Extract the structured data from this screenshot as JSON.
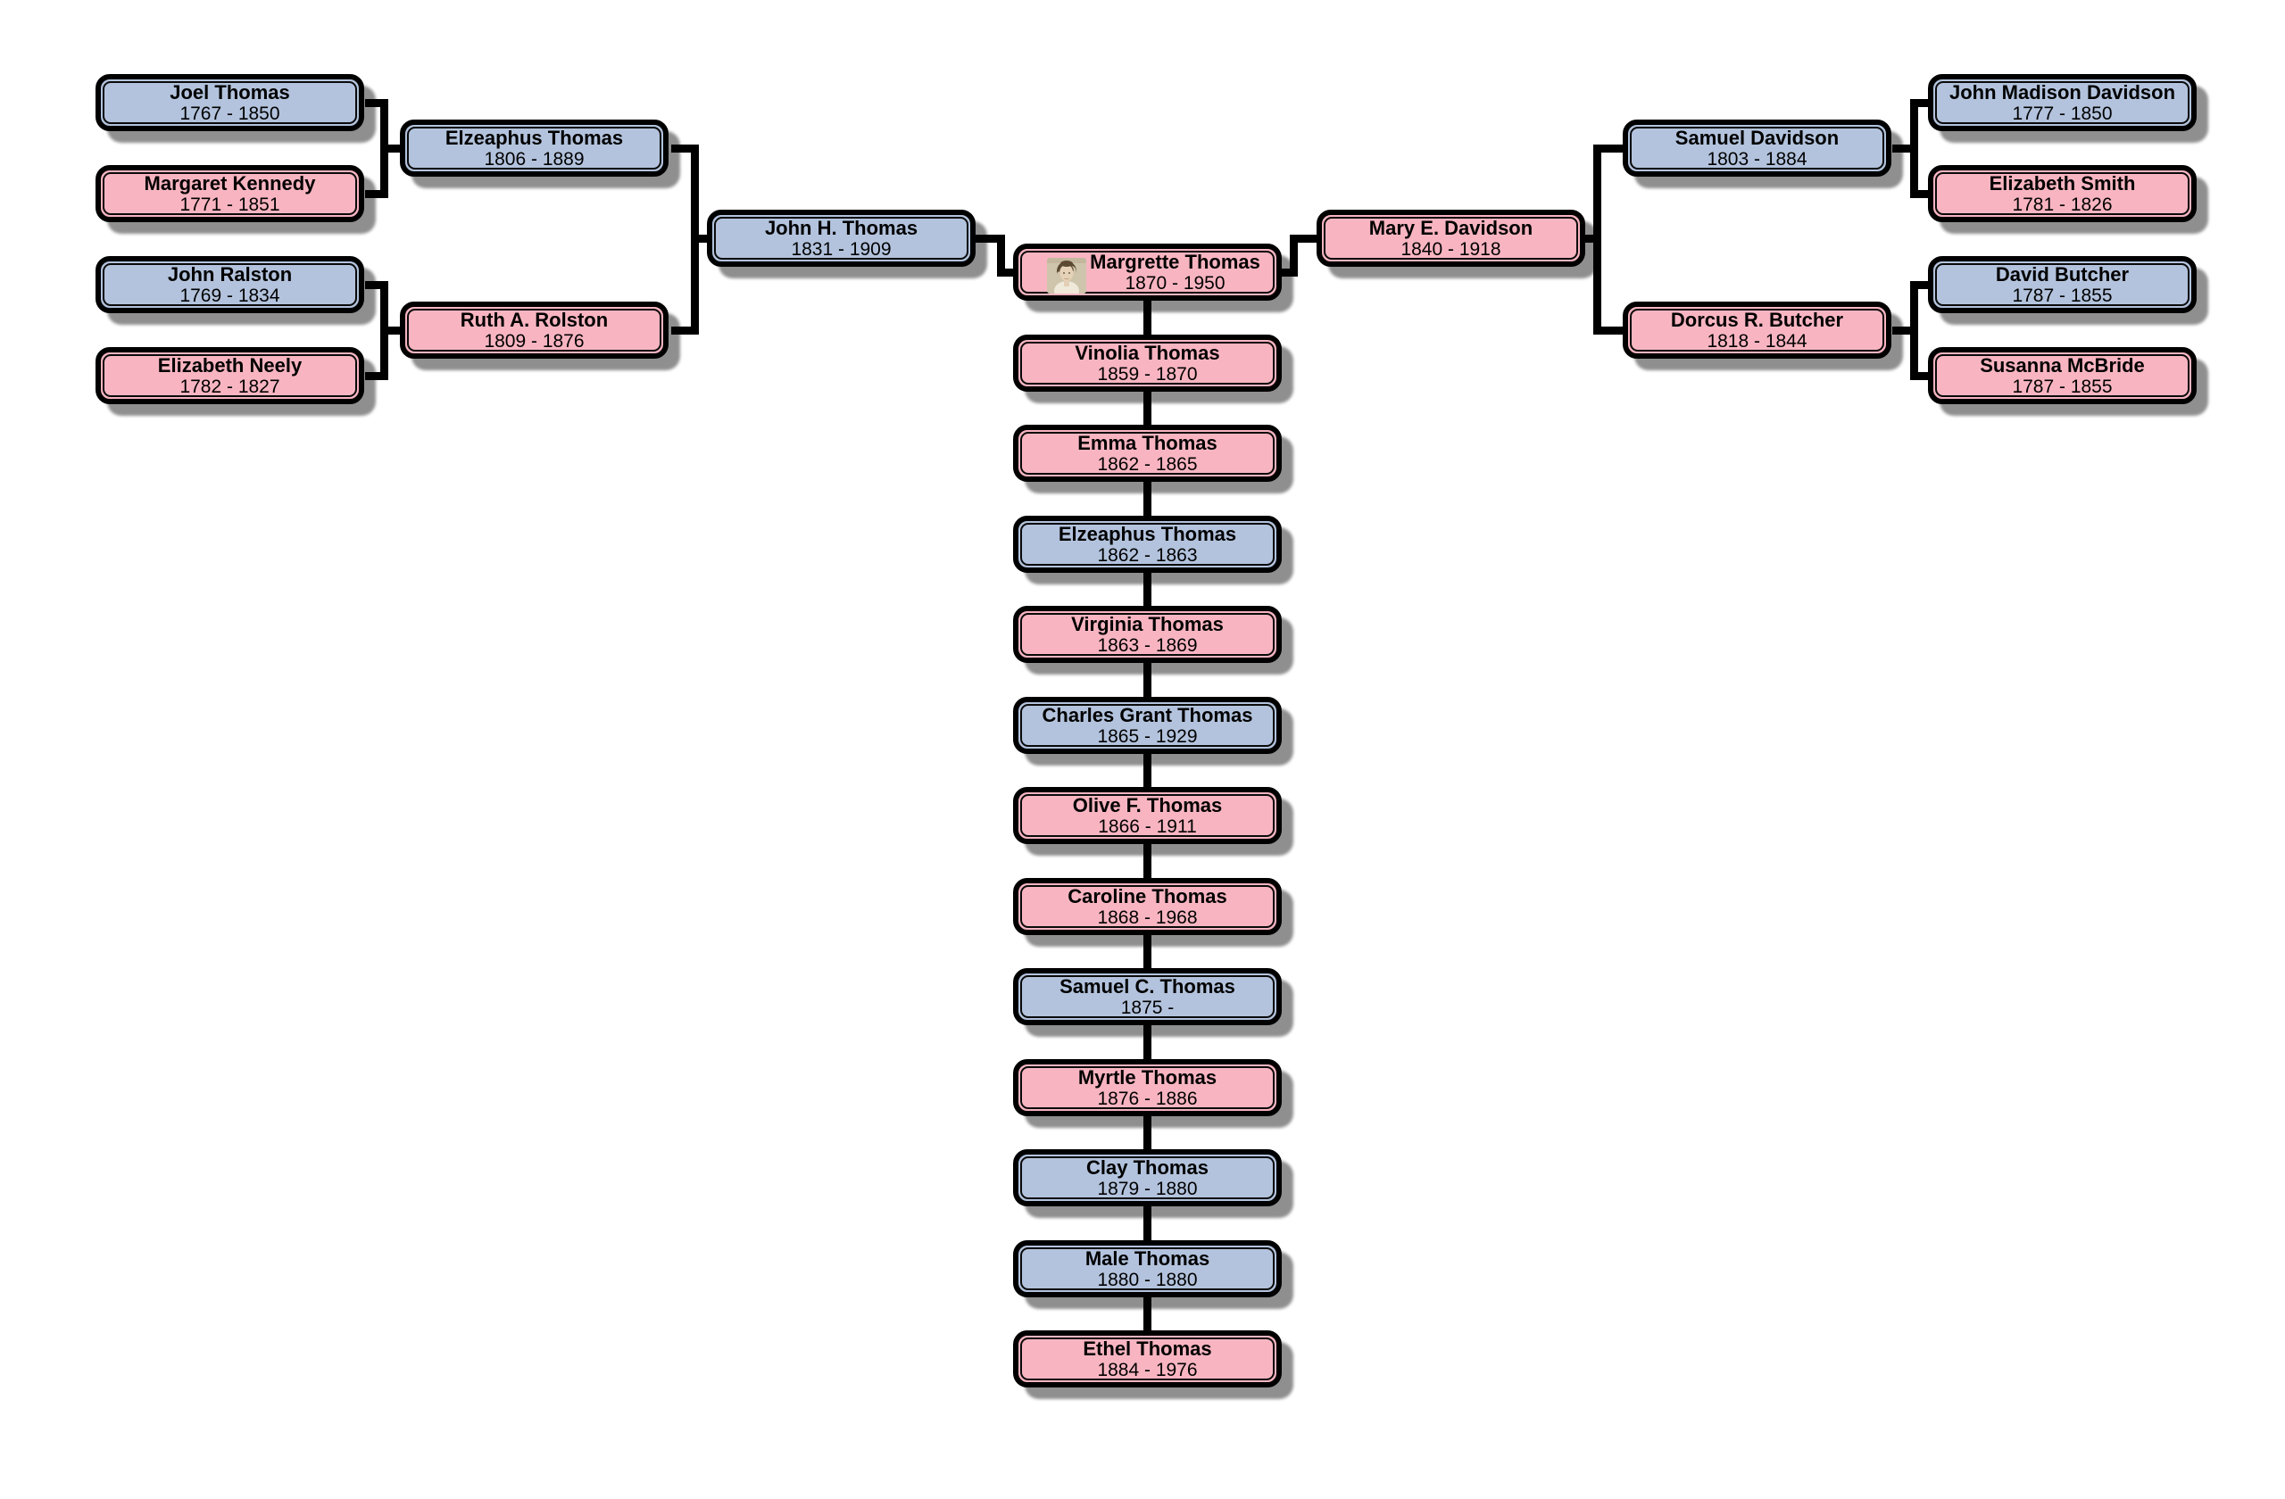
{
  "colors": {
    "male_fill": "#b3c3dd",
    "female_fill": "#f8b5c1",
    "box_border": "#000000",
    "shadow": "#8f8f8f",
    "connector": "#000000",
    "text": "#000000",
    "background": "#ffffff",
    "photo_background": "#cfc5ad"
  },
  "people": {
    "joel_thomas": {
      "name": "Joel Thomas",
      "dates": "1767 - 1850",
      "sex": "male"
    },
    "margaret_kennedy": {
      "name": "Margaret Kennedy",
      "dates": "1771 - 1851",
      "sex": "female"
    },
    "john_ralston": {
      "name": "John Ralston",
      "dates": "1769 - 1834",
      "sex": "male"
    },
    "elizabeth_neely": {
      "name": "Elizabeth Neely",
      "dates": "1782 - 1827",
      "sex": "female"
    },
    "elzeaphus_thomas_sr": {
      "name": "Elzeaphus Thomas",
      "dates": "1806 - 1889",
      "sex": "male"
    },
    "ruth_a_rolston": {
      "name": "Ruth A. Rolston",
      "dates": "1809 - 1876",
      "sex": "female"
    },
    "john_h_thomas": {
      "name": "John H. Thomas",
      "dates": "1831 - 1909",
      "sex": "male"
    },
    "mary_e_davidson": {
      "name": "Mary E. Davidson",
      "dates": "1840 - 1918",
      "sex": "female"
    },
    "samuel_davidson": {
      "name": "Samuel Davidson",
      "dates": "1803 - 1884",
      "sex": "male"
    },
    "dorcus_r_butcher": {
      "name": "Dorcus R. Butcher",
      "dates": "1818 - 1844",
      "sex": "female"
    },
    "john_madison_davidson": {
      "name": "John Madison Davidson",
      "dates": "1777 - 1850",
      "sex": "male"
    },
    "elizabeth_smith": {
      "name": "Elizabeth Smith",
      "dates": "1781 - 1826",
      "sex": "female"
    },
    "david_butcher": {
      "name": "David Butcher",
      "dates": "1787 - 1855",
      "sex": "male"
    },
    "susanna_mcbride": {
      "name": "Susanna McBride",
      "dates": "1787 - 1855",
      "sex": "female"
    },
    "margrette_thomas": {
      "name": "Margrette Thomas",
      "dates": "1870 - 1950",
      "sex": "female",
      "has_photo": true
    },
    "vinolia_thomas": {
      "name": "Vinolia Thomas",
      "dates": "1859 - 1870",
      "sex": "female"
    },
    "emma_thomas": {
      "name": "Emma Thomas",
      "dates": "1862 - 1865",
      "sex": "female"
    },
    "elzeaphus_thomas_jr": {
      "name": "Elzeaphus Thomas",
      "dates": "1862 - 1863",
      "sex": "male"
    },
    "virginia_thomas": {
      "name": "Virginia Thomas",
      "dates": "1863 - 1869",
      "sex": "female"
    },
    "charles_grant_thomas": {
      "name": "Charles Grant Thomas",
      "dates": "1865 - 1929",
      "sex": "male"
    },
    "olive_f_thomas": {
      "name": "Olive F. Thomas",
      "dates": "1866 - 1911",
      "sex": "female"
    },
    "caroline_thomas": {
      "name": "Caroline Thomas",
      "dates": "1868 - 1968",
      "sex": "female"
    },
    "samuel_c_thomas": {
      "name": "Samuel C. Thomas",
      "dates": "1875 -",
      "sex": "male"
    },
    "myrtle_thomas": {
      "name": "Myrtle Thomas",
      "dates": "1876 - 1886",
      "sex": "female"
    },
    "clay_thomas": {
      "name": "Clay Thomas",
      "dates": "1879 - 1880",
      "sex": "male"
    },
    "male_thomas": {
      "name": "Male Thomas",
      "dates": "1880 - 1880",
      "sex": "male"
    },
    "ethel_thomas": {
      "name": "Ethel Thomas",
      "dates": "1884 - 1976",
      "sex": "female"
    }
  }
}
